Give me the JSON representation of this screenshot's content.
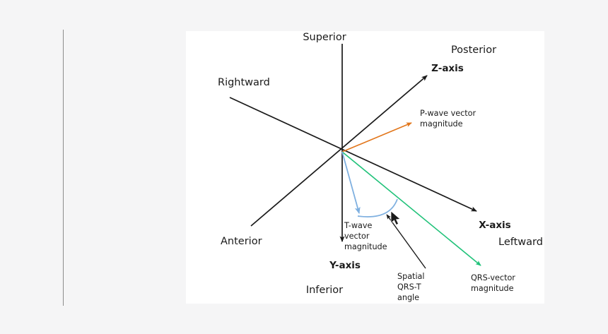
{
  "canvas": {
    "background_color": "#f5f5f6",
    "panel_color": "#ffffff"
  },
  "diagram": {
    "title_text": "",
    "colors": {
      "axis": "#1a1a1a",
      "p_wave": "#e2761b",
      "qrs_vector": "#21c27a",
      "t_wave": "#7fb0e0",
      "text": "#1a1a1a",
      "divider": "#8c8c8c"
    },
    "anatomical_labels": [
      {
        "id": "superior",
        "text": "Superior"
      },
      {
        "id": "posterior",
        "text": "Posterior"
      },
      {
        "id": "rightward",
        "text": "Rightward"
      },
      {
        "id": "leftward",
        "text": "Leftward"
      },
      {
        "id": "anterior",
        "text": "Anterior"
      },
      {
        "id": "inferior",
        "text": "Inferior"
      }
    ],
    "axis_labels": [
      {
        "id": "z-axis",
        "text": "Z-axis"
      },
      {
        "id": "x-axis",
        "text": "X-axis"
      },
      {
        "id": "y-axis",
        "text": "Y-axis"
      }
    ],
    "vector_labels": [
      {
        "id": "p-wave",
        "line1": "P-wave vector",
        "line2": "magnitude"
      },
      {
        "id": "t-wave",
        "line1": "T-wave",
        "line2": "vector",
        "line3": "magnitude"
      },
      {
        "id": "qrs-vector",
        "line1": "QRS-vector",
        "line2": "magnitude"
      }
    ],
    "annotation_labels": [
      {
        "id": "spatial-qrst-angle",
        "line1": "Spatial",
        "line2": "QRS-T",
        "line3": "angle"
      }
    ]
  }
}
